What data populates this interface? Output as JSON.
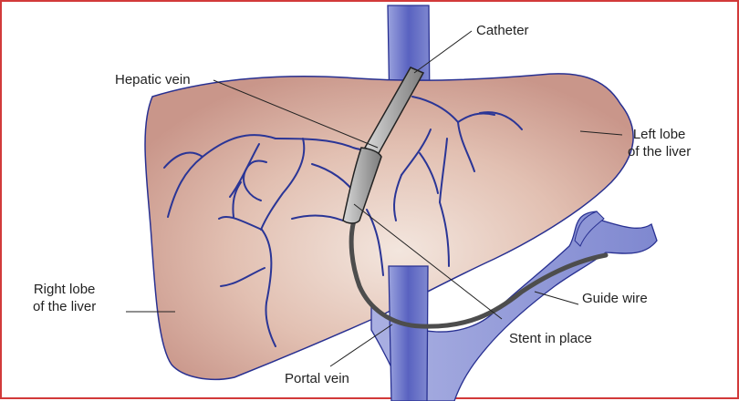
{
  "labels": {
    "catheter": "Catheter",
    "hepatic_vein": "Hepatic vein",
    "left_lobe_line1": "Left lobe",
    "left_lobe_line2": "of the liver",
    "right_lobe_line1": "Right lobe",
    "right_lobe_line2": "of the liver",
    "guide_wire": "Guide wire",
    "stent": "Stent in place",
    "portal_vein": "Portal vein"
  },
  "colors": {
    "border": "#d23a3a",
    "liver_center": "#f3e6de",
    "liver_edge": "#c9968a",
    "vein_fill": "#8a92d2",
    "vein_stroke": "#283091",
    "vessel_lines": "#2a3596",
    "stent": "#a8a8a8",
    "guide_wire": "#4d4d4d"
  }
}
